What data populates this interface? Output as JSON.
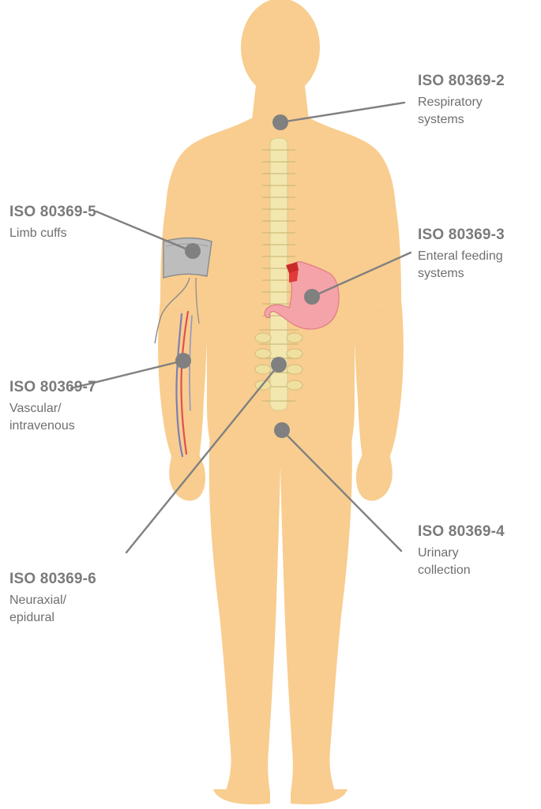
{
  "callouts": {
    "respiratory": {
      "code": "ISO 80369-2",
      "label": "Respiratory\nsystems"
    },
    "enteral": {
      "code": "ISO 80369-3",
      "label": "Enteral feeding\nsystems"
    },
    "urinary": {
      "code": "ISO 80369-4",
      "label": "Urinary\ncollection"
    },
    "limb": {
      "code": "ISO 80369-5",
      "label": "Limb cuffs"
    },
    "neuraxial": {
      "code": "ISO 80369-6",
      "label": "Neuraxial/\nepidural"
    },
    "vascular": {
      "code": "ISO 80369-7",
      "label": "Vascular/\nintravenous"
    }
  },
  "colors": {
    "body": "#f8cd8f",
    "spine": "#f3e7b0",
    "stomach": "#f4a3a8",
    "cuff": "#bdbdbd",
    "leader": "#808080",
    "marker": "#808080"
  },
  "icons": {
    "body": "human-body-silhouette",
    "spine": "spine-illustration",
    "stomach": "stomach-illustration",
    "cuff": "limb-cuff-illustration",
    "veins": "veins-illustration"
  }
}
